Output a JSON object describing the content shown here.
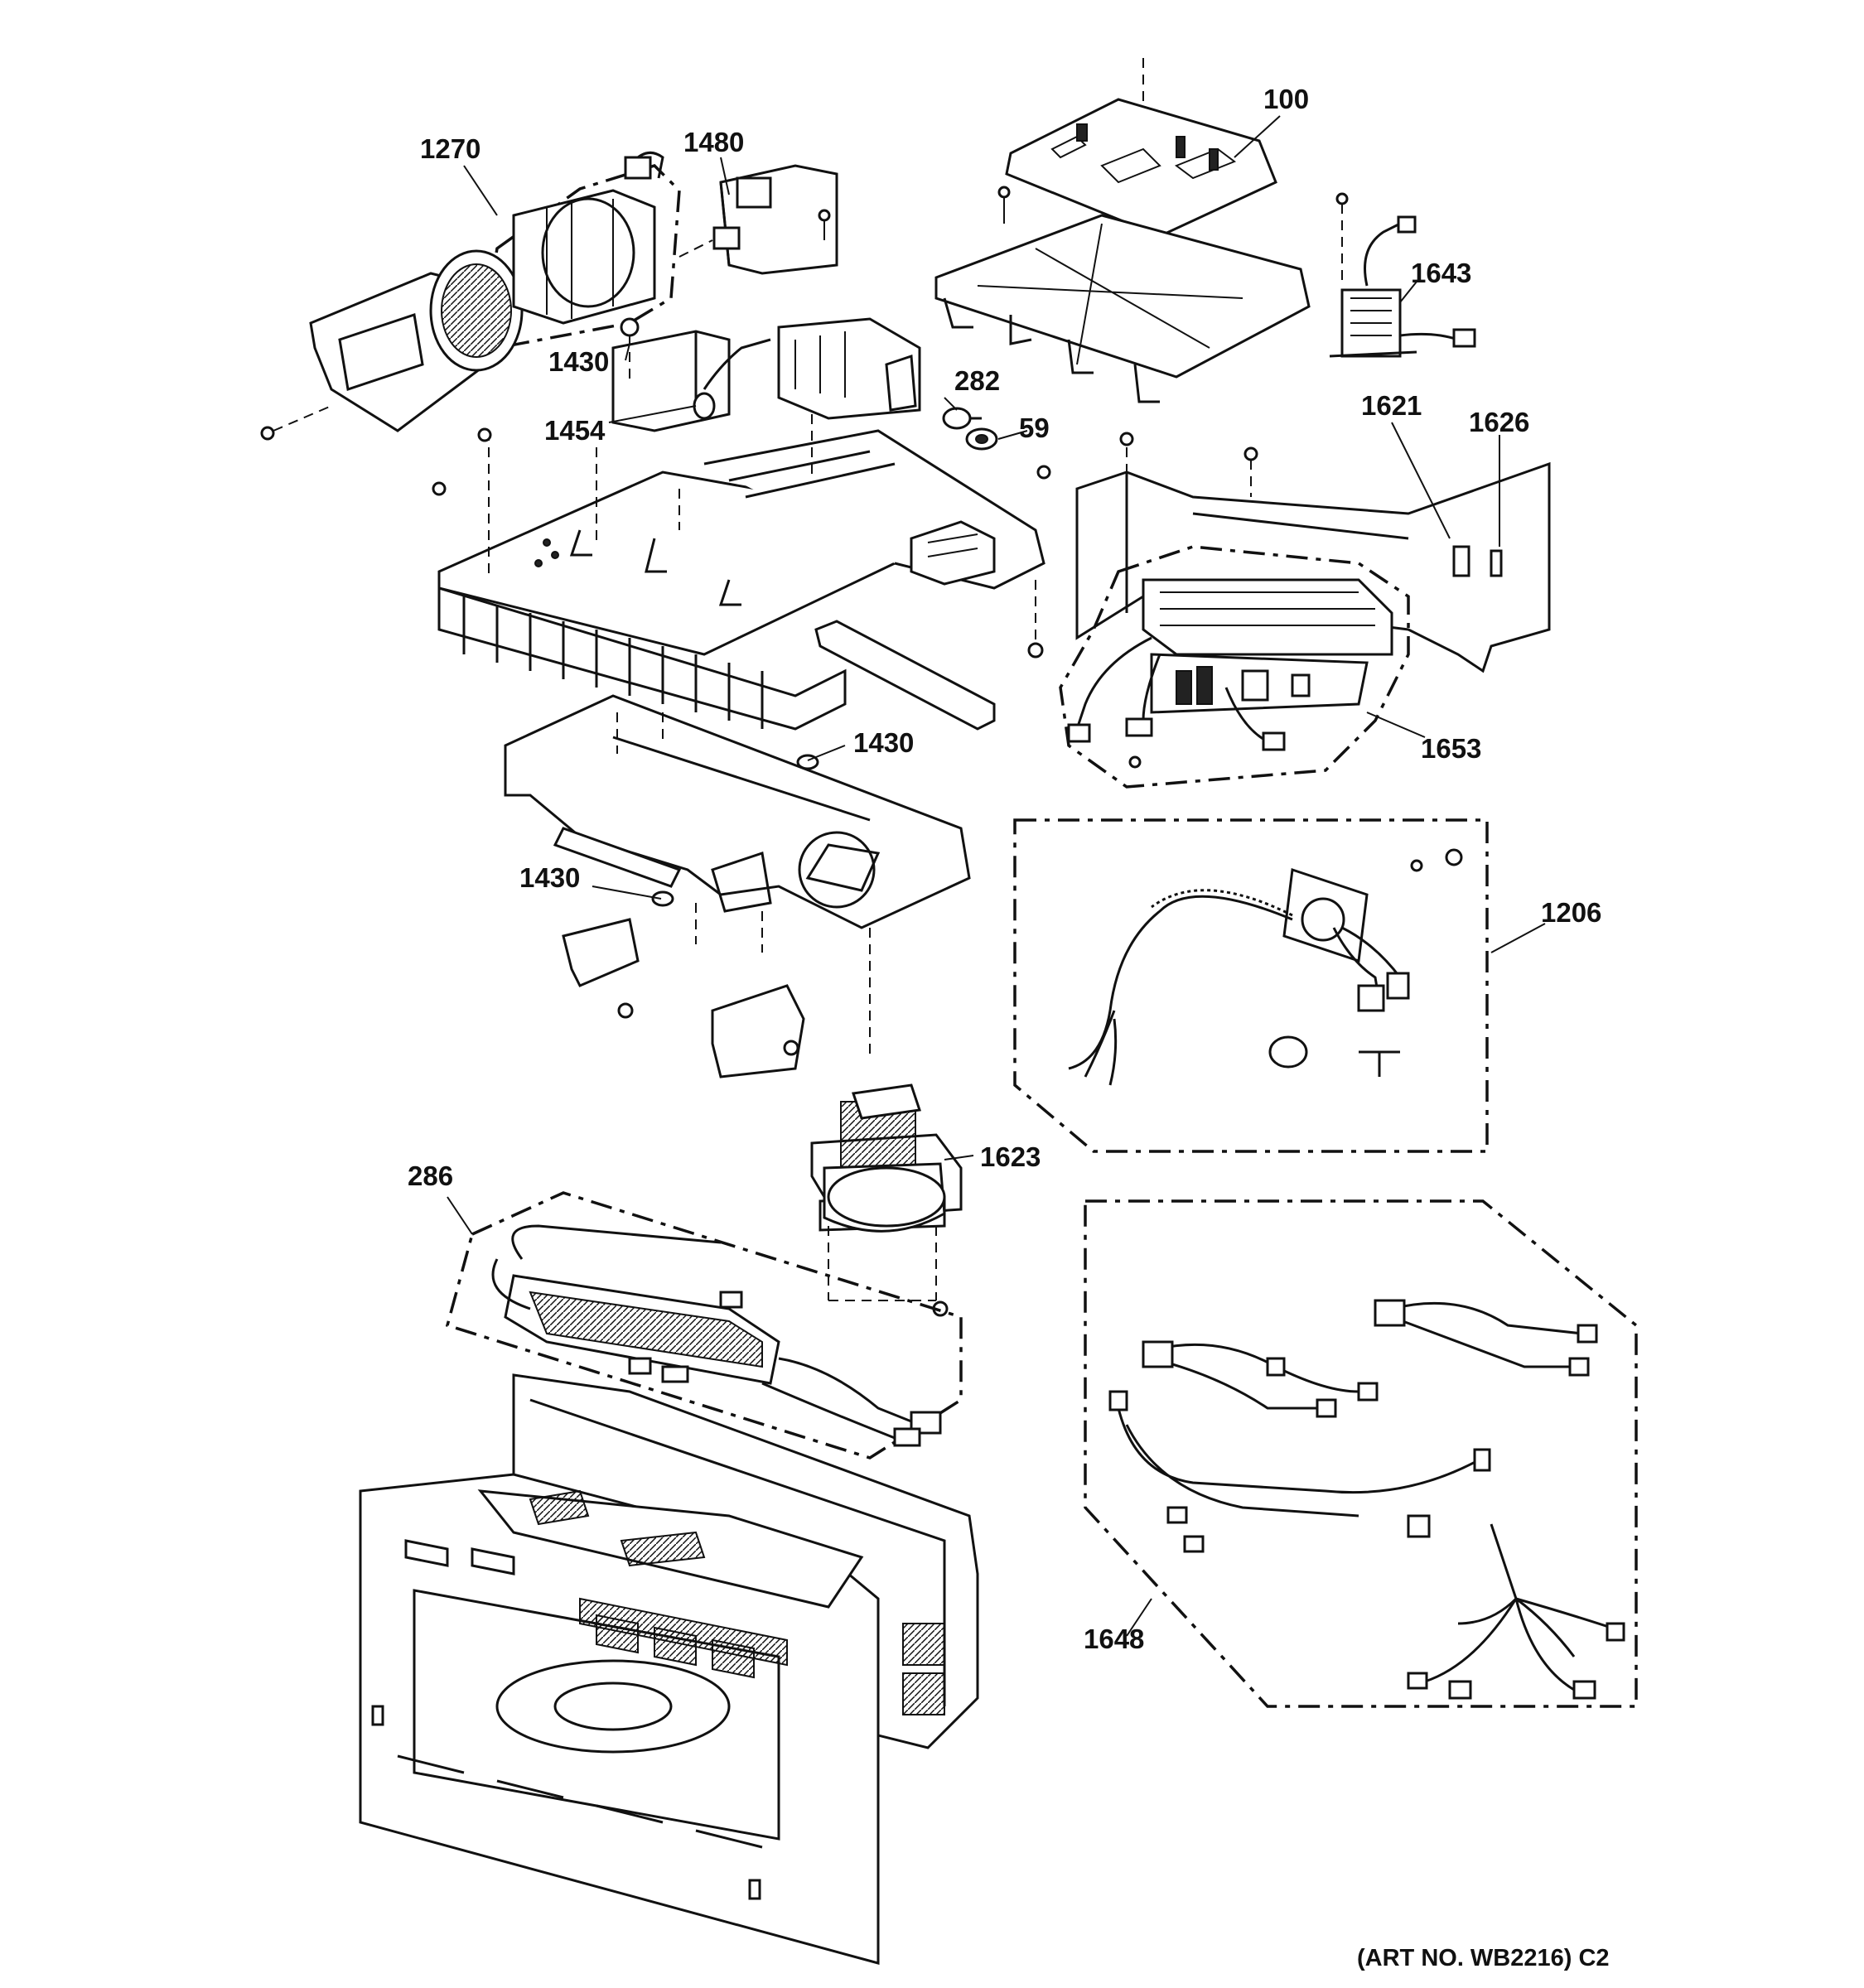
{
  "diagram": {
    "labels": {
      "l100": "100",
      "l1270": "1270",
      "l1480": "1480",
      "l1643": "1643",
      "l1430a": "1430",
      "l282": "282",
      "l59": "59",
      "l1454": "1454",
      "l1621": "1621",
      "l1626": "1626",
      "l1430b": "1430",
      "l1653": "1653",
      "l1430c": "1430",
      "l1206": "1206",
      "l1623": "1623",
      "l286": "286",
      "l1648": "1648"
    },
    "art_number": "(ART NO. WB2216) C2"
  }
}
